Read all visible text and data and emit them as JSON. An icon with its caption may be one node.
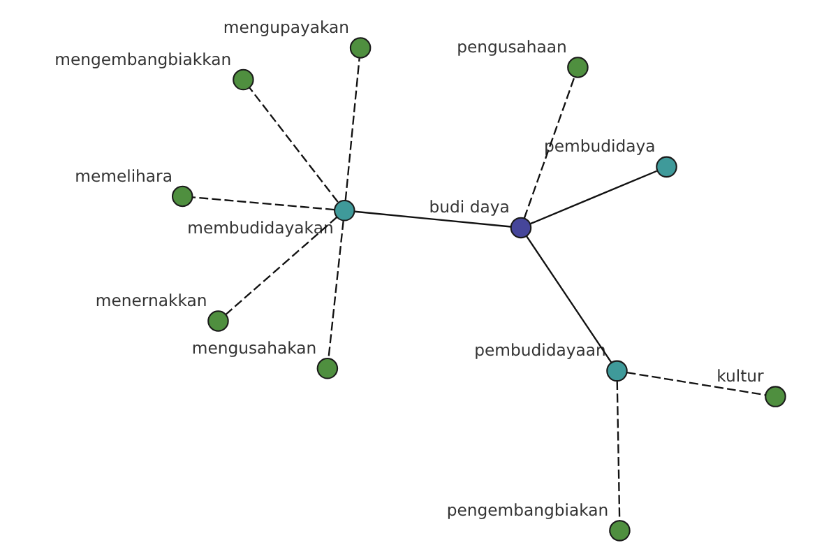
{
  "diagram": {
    "nodes": [
      {
        "text": [
          "memelihara"
        ]
      },
      {
        "text": [
          "mengupayakan"
        ]
      },
      {
        "text": [
          "pembudidaya"
        ]
      },
      {
        "text": [
          "mengembangbiakkan"
        ]
      },
      {
        "text": [
          "pengusahaan"
        ]
      },
      {
        "text": [
          "membudidayakan"
        ]
      },
      {
        "text": [
          "menernakkan"
        ]
      },
      {
        "text": [
          "budi daya"
        ]
      },
      {
        "text": [
          "mengusahakan"
        ]
      },
      {
        "text": [
          "pembudidayaan"
        ]
      },
      {
        "text": [
          "kultur"
        ]
      },
      {
        "text": [
          "pengembangbiakan"
        ]
      }
    ],
    "edges": [
      {
        "from": 7,
        "to": 2,
        "arrow": "none"
      },
      {
        "from": 7,
        "to": 5,
        "arrow": "none"
      },
      {
        "from": 7,
        "to": 9,
        "arrow": "none"
      },
      {
        "from": 7,
        "to": 4,
        "arrow": "none",
        "style": "dashed"
      },
      {
        "from": 5,
        "to": 0,
        "arrow": "none",
        "style": "dashed"
      },
      {
        "from": 5,
        "to": 1,
        "arrow": "none",
        "style": "dashed"
      },
      {
        "from": 5,
        "to": 3,
        "arrow": "none",
        "style": "dashed"
      },
      {
        "from": 5,
        "to": 6,
        "arrow": "none",
        "style": "dashed"
      },
      {
        "from": 5,
        "to": 8,
        "arrow": "none",
        "style": "dashed"
      },
      {
        "from": 9,
        "to": 10,
        "arrow": "none",
        "style": "dashed"
      },
      {
        "from": 9,
        "to": 11,
        "arrow": "none",
        "style": "dashed"
      }
    ]
  }
}
